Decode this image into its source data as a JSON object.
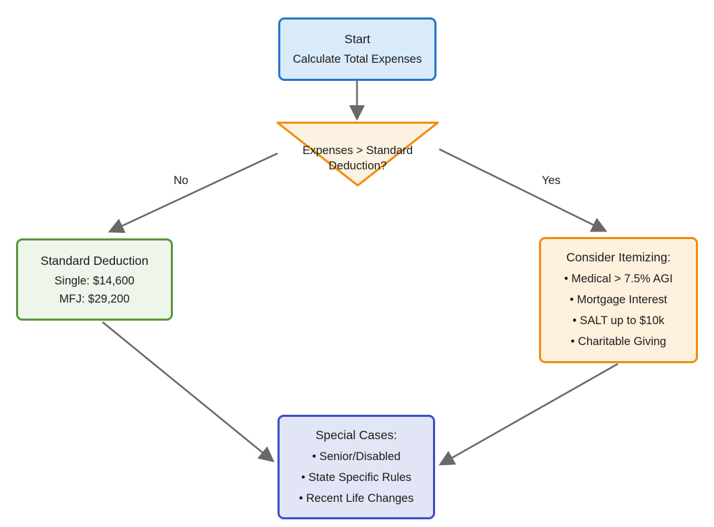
{
  "diagram": {
    "nodes": {
      "start": {
        "title": "Start",
        "subtitle": "Calculate Total Expenses"
      },
      "decision": {
        "line1": "Expenses > Standard",
        "line2": "Deduction?"
      },
      "standard": {
        "title": "Standard Deduction",
        "lines": [
          "Single: $14,600",
          "MFJ: $29,200"
        ]
      },
      "itemize": {
        "title": "Consider Itemizing:",
        "items": [
          "Medical > 7.5% AGI",
          "Mortgage Interest",
          "SALT up to $10k",
          "Charitable Giving"
        ]
      },
      "special": {
        "title": "Special Cases:",
        "items": [
          "Senior/Disabled",
          "State Specific Rules",
          "Recent Life Changes"
        ]
      }
    },
    "edges": {
      "no_label": "No",
      "yes_label": "Yes"
    },
    "colors": {
      "start_fill": "#d9eaf8",
      "start_border": "#2478c8",
      "decision_fill": "#fcf2e2",
      "decision_border": "#f18c0d",
      "standard_fill": "#eef5ea",
      "standard_border": "#58963e",
      "itemize_fill": "#fdf1de",
      "itemize_border": "#f18c0d",
      "special_fill": "#e2e5f5",
      "special_border": "#3d4ec5",
      "arrow": "#696969",
      "text": "#1c1c1c"
    }
  }
}
